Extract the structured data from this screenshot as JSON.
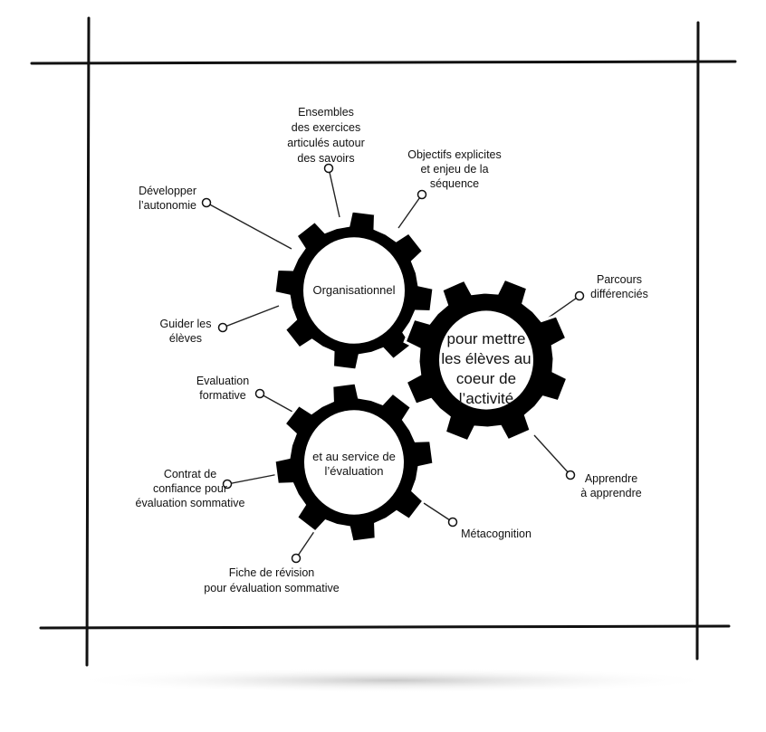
{
  "gears": [
    {
      "id": "organisationnel",
      "lines": [
        "Organisationnel"
      ]
    },
    {
      "id": "coeur",
      "lines": [
        "pour mettre",
        "les élèves au",
        "coeur de",
        "l’activité"
      ]
    },
    {
      "id": "evaluation",
      "lines": [
        "et au service de",
        "l’évaluation"
      ]
    }
  ],
  "labels": {
    "ensembles": [
      "Ensembles",
      "des exercices",
      "articulés autour",
      "des savoirs"
    ],
    "objectifs": [
      "Objectifs explicites",
      "et enjeu de la",
      "séquence"
    ],
    "developper": [
      "Développer",
      "l’autonomie"
    ],
    "guider": [
      "Guider les",
      "élèves"
    ],
    "parcours": [
      "Parcours",
      "différenciés"
    ],
    "apprendre": [
      "Apprendre",
      "à apprendre"
    ],
    "eval_formative": [
      "Evaluation",
      "formative"
    ],
    "contrat": [
      "Contrat de",
      "confiance pour",
      "évaluation sommative"
    ],
    "metacognition": [
      "Métacognition"
    ],
    "fiche": [
      "Fiche de révision",
      "pour évaluation sommative"
    ]
  },
  "colors": {
    "gear": "#000000",
    "frame": "#111111"
  }
}
